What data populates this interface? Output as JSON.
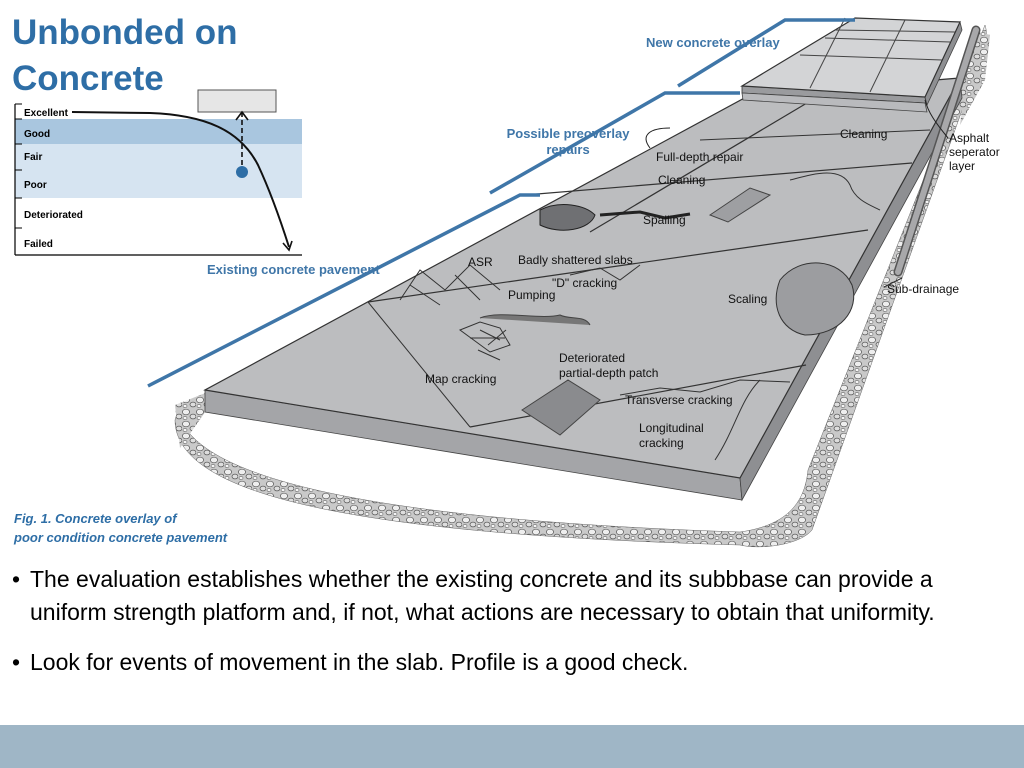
{
  "slide": {
    "title_lines": [
      "Unbonded on",
      "Concrete"
    ],
    "bullets": [
      "The evaluation establishes whether the existing concrete and its subbbase can provide a uniform strength platform and, if not, what actions are necessary to obtain that uniformity.",
      "Look for events of movement in the slab.  Profile is a good check."
    ],
    "bullet_symbol": "•"
  },
  "figure": {
    "caption_lines": [
      "Fig. 1. Concrete overlay of",
      "poor condition concrete pavement"
    ],
    "condition_levels": [
      "Excellent",
      "Good",
      "Fair",
      "Poor",
      "Deteriorated",
      "Failed"
    ],
    "labels": {
      "new_overlay": "New concrete overlay",
      "preoverlay_repairs": [
        "Possible preoverlay",
        "repairs"
      ],
      "existing_pavement": "Existing concrete pavement",
      "asphalt_separator": [
        "Asphalt",
        "seperator",
        "layer"
      ],
      "sub_drainage": "Sub-drainage",
      "cleaning_top": "Cleaning",
      "full_depth_repair": "Full-depth repair",
      "cleaning": "Cleaning",
      "spalling": "Spalling",
      "asr": "ASR",
      "badly_shattered": "Badly shattered slabs",
      "d_cracking": "\"D\" cracking",
      "pumping": "Pumping",
      "scaling": "Scaling",
      "map_cracking": "Map cracking",
      "deteriorated_patch": [
        "Deteriorated",
        "partial-depth patch"
      ],
      "transverse_cracking": "Transverse cracking",
      "longitudinal_cracking": [
        "Longitudinal",
        "cracking"
      ]
    }
  },
  "colors": {
    "title": "#2e6ea6",
    "callout": "#3f76a8",
    "slab_top": "#bcbdbf",
    "slab_side": "#8e8f92",
    "gravel": "#c4c4c4",
    "band_dark": "#a9c6df",
    "band_light": "#d6e4f1",
    "bottom_bar": "#9fb6c6"
  }
}
